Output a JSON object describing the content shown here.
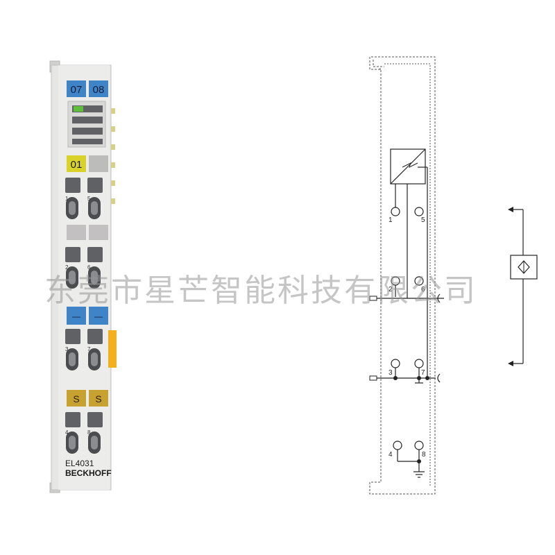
{
  "module": {
    "model": "EL4031",
    "brand": "BECKHOFF",
    "top_labels": [
      "07",
      "08"
    ],
    "channel_label": "01",
    "minus_labels": [
      "—",
      "—"
    ],
    "shield_labels": [
      "S",
      "S"
    ],
    "terminal_numbers": [
      "1",
      "5",
      "2",
      "6",
      "3",
      "7",
      "4",
      "8"
    ],
    "colors": {
      "blue_label": "#3f84c6",
      "yellow_label": "#d8d22a",
      "shield_label": "#c8a230",
      "orange_tab": "#f2b01e",
      "led_green": "#5fbf3a",
      "housing": "#e4e4e2"
    }
  },
  "schematic": {
    "terminal_numbers": [
      "1",
      "5",
      "2",
      "6",
      "3",
      "7",
      "4",
      "8"
    ],
    "icons": [
      "converter-icon",
      "ground-icon",
      "shield-icon",
      "sensor-icon"
    ]
  },
  "watermark": "东莞市星芒智能科技有限公司"
}
